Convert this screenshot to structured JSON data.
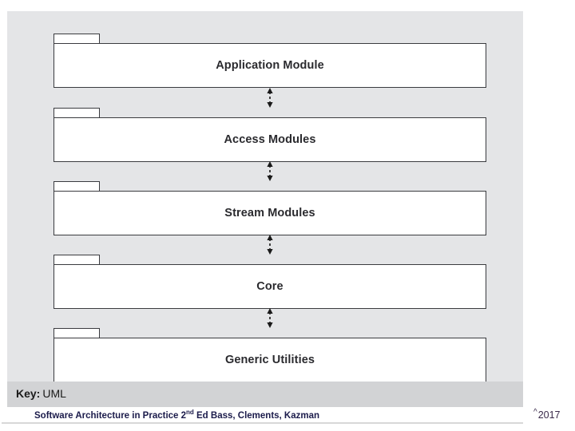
{
  "slide": {
    "panel_bg": "#e4e5e7",
    "key_bg": "#d2d3d5",
    "box_fill": "#ffffff",
    "box_stroke": "#3a3b3f"
  },
  "diagram": {
    "type": "layered-architecture",
    "notation": "UML",
    "layers": [
      {
        "label": "Application Module"
      },
      {
        "label": "Access Modules"
      },
      {
        "label": "Stream Modules"
      },
      {
        "label": "Core"
      },
      {
        "label": "Generic Utilities"
      }
    ],
    "connectors": [
      {
        "from": "Application Module",
        "to": "Access Modules",
        "style": "dashed",
        "direction": "bidirectional"
      },
      {
        "from": "Access Modules",
        "to": "Stream Modules",
        "style": "dashed",
        "direction": "bidirectional"
      },
      {
        "from": "Stream Modules",
        "to": "Core",
        "style": "dashed",
        "direction": "bidirectional"
      },
      {
        "from": "Core",
        "to": "Generic Utilities",
        "style": "dashed",
        "direction": "bidirectional"
      }
    ]
  },
  "key": {
    "label": "Key:",
    "value": "UML"
  },
  "footer": {
    "title": "Software Architecture in Practice 2",
    "edition_sup": "nd",
    "title_rest": " Ed  Bass, Clements, Kazman",
    "year_mark": "^",
    "year": "2017"
  }
}
